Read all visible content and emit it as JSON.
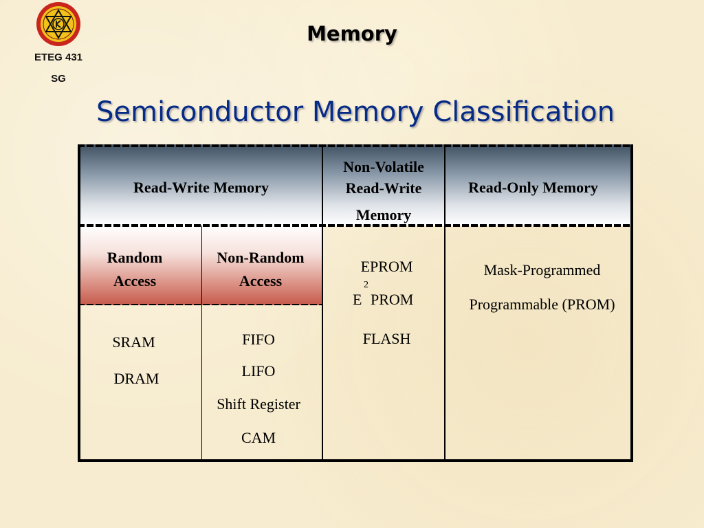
{
  "header": {
    "course": "ETEG 431",
    "initials": "SG",
    "title": "Memory"
  },
  "slide": {
    "title": "Semiconductor Memory Classification"
  },
  "table": {
    "read_write": "Read-Write Memory",
    "nonvolatile": [
      "Non-Volatile",
      "Read-Write",
      "Memory"
    ],
    "read_only": "Read-Only Memory",
    "random_access": [
      "Random",
      "Access"
    ],
    "nonrandom_access": [
      "Non-Random",
      "Access"
    ],
    "random_items": [
      "SRAM",
      "DRAM"
    ],
    "nonrandom_items": [
      "FIFO",
      "LIFO",
      "Shift Register",
      "CAM"
    ],
    "nonvolatile_items": {
      "eprom": "EPROM",
      "e2prom_base": "E",
      "e2prom_sup": "2",
      "e2prom_rest": "PROM",
      "flash": "FLASH"
    },
    "rom_items": [
      "Mask-Programmed",
      "Programmable (PROM)"
    ]
  },
  "colors": {
    "title": "#062b86",
    "background": "#f7eccf",
    "header_band_dark": "#3f5060",
    "subheader_band_red": "#c5594b"
  }
}
